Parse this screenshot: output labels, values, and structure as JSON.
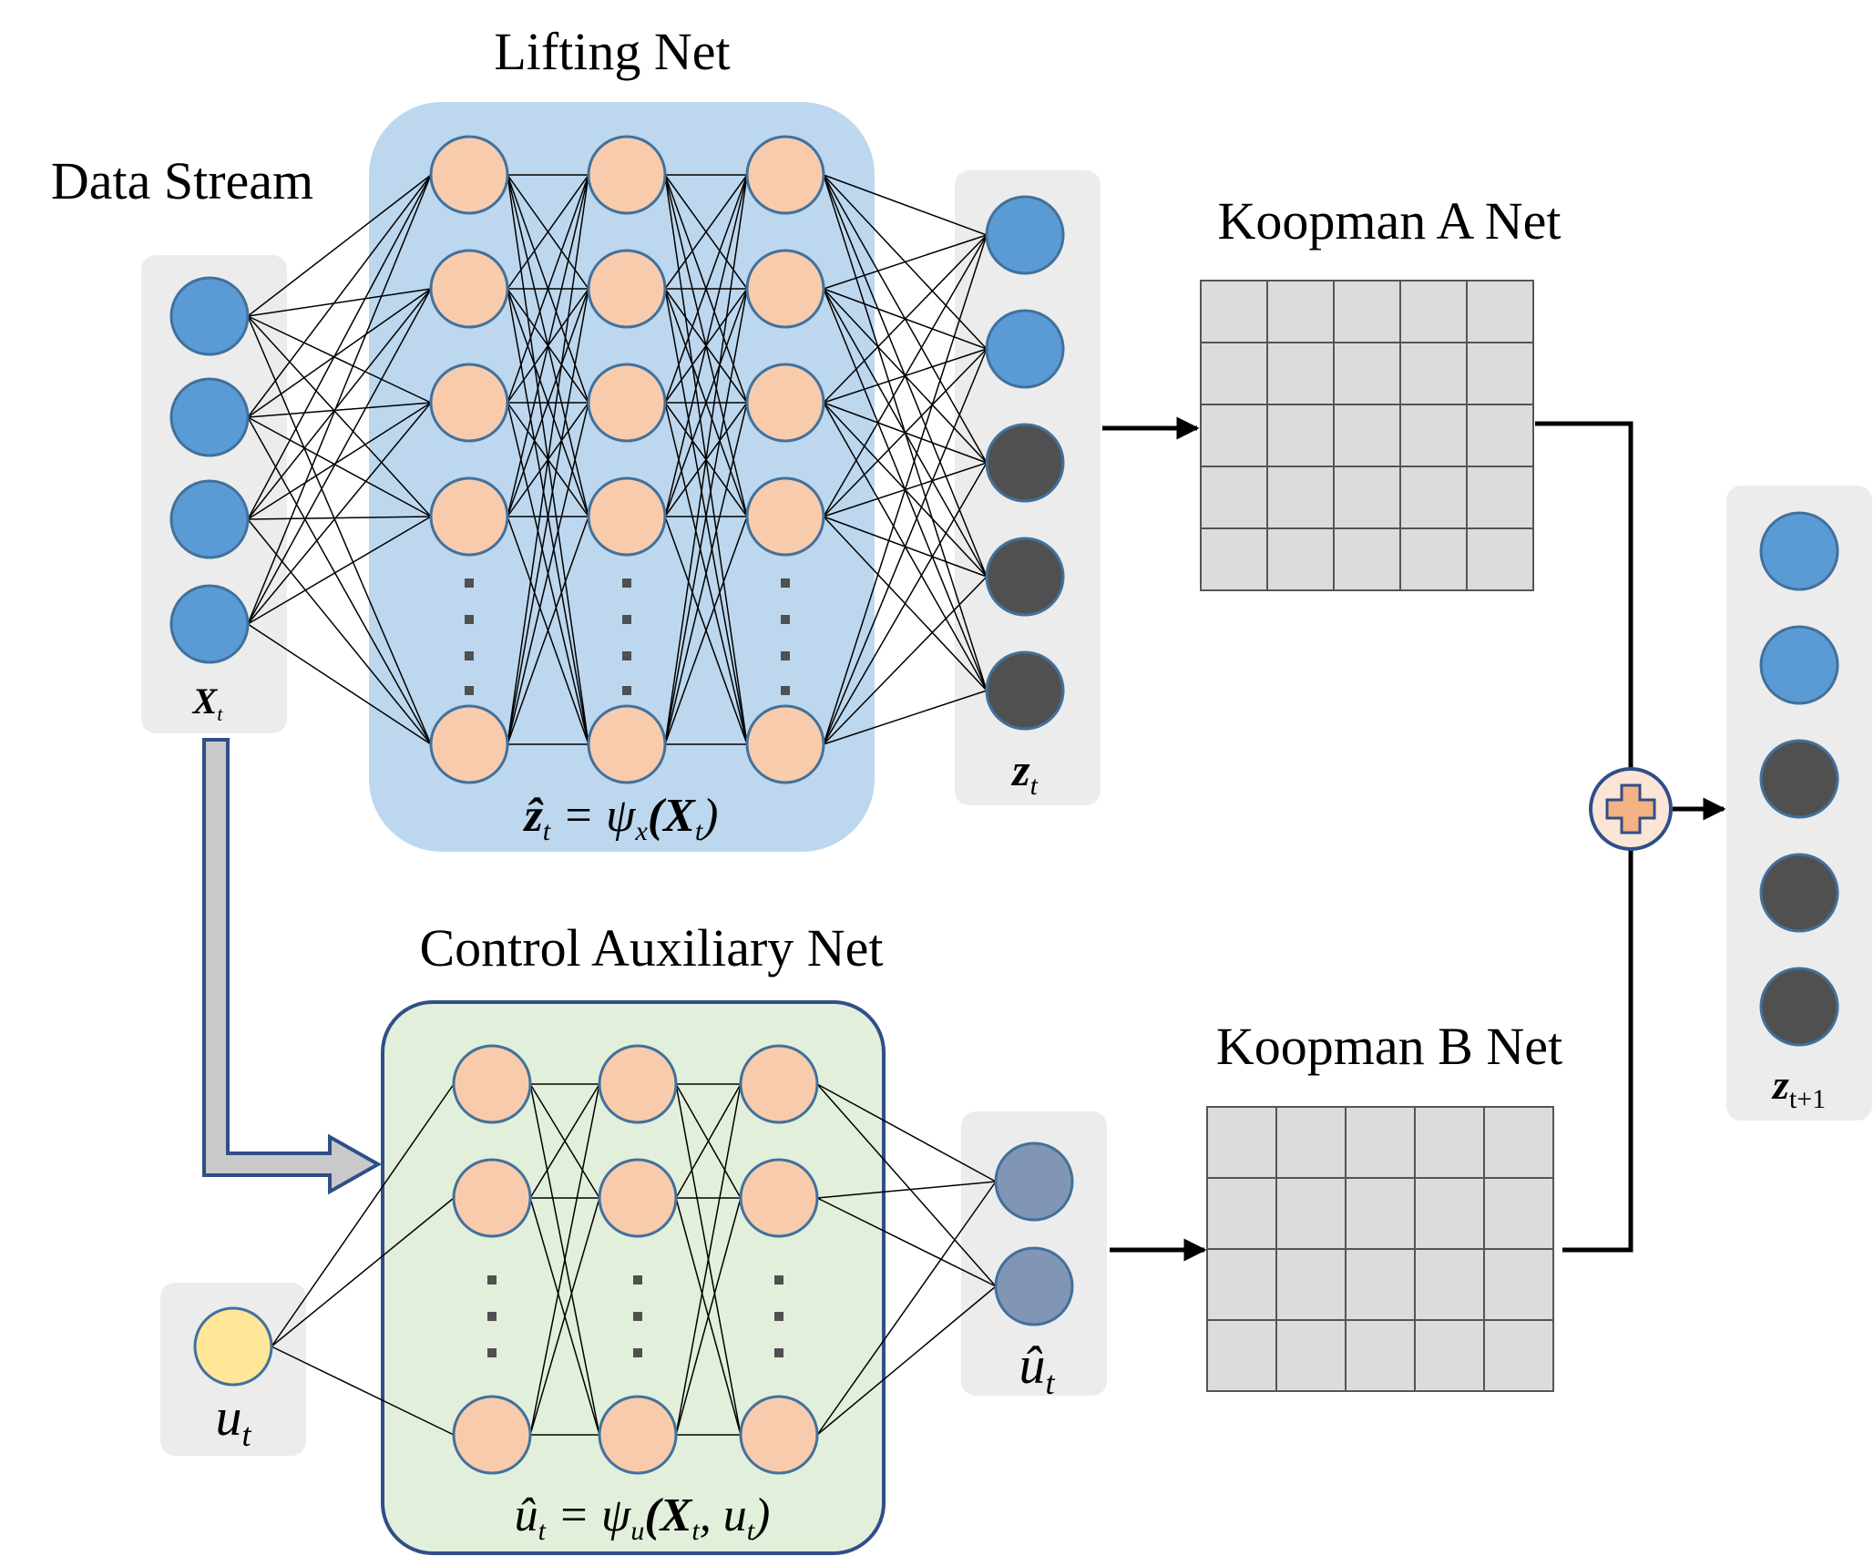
{
  "labels": {
    "data_stream": "Data Stream",
    "lifting_net": "Lifting Net",
    "control_aux_net": "Control Auxiliary Net",
    "koopman_a": "Koopman A Net",
    "koopman_b": "Koopman B Net"
  },
  "math": {
    "x_t": {
      "main": "X",
      "sub": "t"
    },
    "z_t": {
      "main": "z",
      "sub": "t"
    },
    "u_t": {
      "main": "u",
      "sub": "t"
    },
    "u_hat_t": {
      "main": "û",
      "sub": "t"
    },
    "z_t1": {
      "main": "z",
      "sub": "t+1"
    },
    "lifting_formula": {
      "lhs": "ẑ",
      "lhs_sub": "t",
      "eq": " = ψ",
      "psi_sub": "x",
      "args": "(X",
      "args_sub": "t",
      "close": ")"
    },
    "control_formula": {
      "lhs": "û",
      "lhs_sub": "t",
      "eq": " = ψ",
      "psi_sub": "u",
      "args": "(X",
      "args_sub": "t",
      "mid": ", u",
      "mid_sub": "t",
      "close": ")"
    }
  },
  "plus_symbol": "+",
  "colors": {
    "input_node": "#5b9bd5",
    "lifted_node_dark": "#505050",
    "hidden_node": "#f8cbad",
    "control_input": "#ffe699",
    "control_output": "#8096b4",
    "lifting_panel": "#bdd7ee",
    "control_panel": "#e2efda",
    "layer_bg": "#ececec",
    "grid_cell": "#dcdcdc",
    "node_stroke": "#41719c"
  },
  "koopman_a": {
    "rows": 5,
    "cols": 5
  },
  "koopman_b": {
    "rows": 4,
    "cols": 5
  }
}
